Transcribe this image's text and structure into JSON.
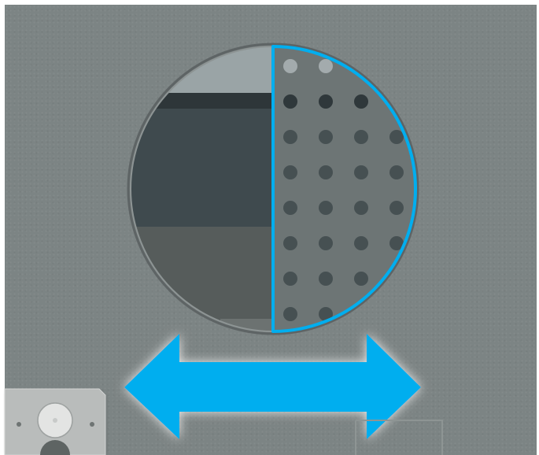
{
  "illustration": {
    "colors": {
      "background": "#7c8484",
      "accent": "#00aeef",
      "porthole_sky": "#9aa4a6",
      "porthole_dark": "#3f4a4e",
      "porthole_floor": "#5a5f5e",
      "dot": "#465052"
    },
    "dot_grid": {
      "rows": 8,
      "columns": 4
    },
    "arrow": {
      "direction": "left-right",
      "meaning": "slide"
    },
    "icons": [
      "porthole-window",
      "dot-grid-pattern",
      "double-headed-arrow",
      "control-plate"
    ]
  }
}
